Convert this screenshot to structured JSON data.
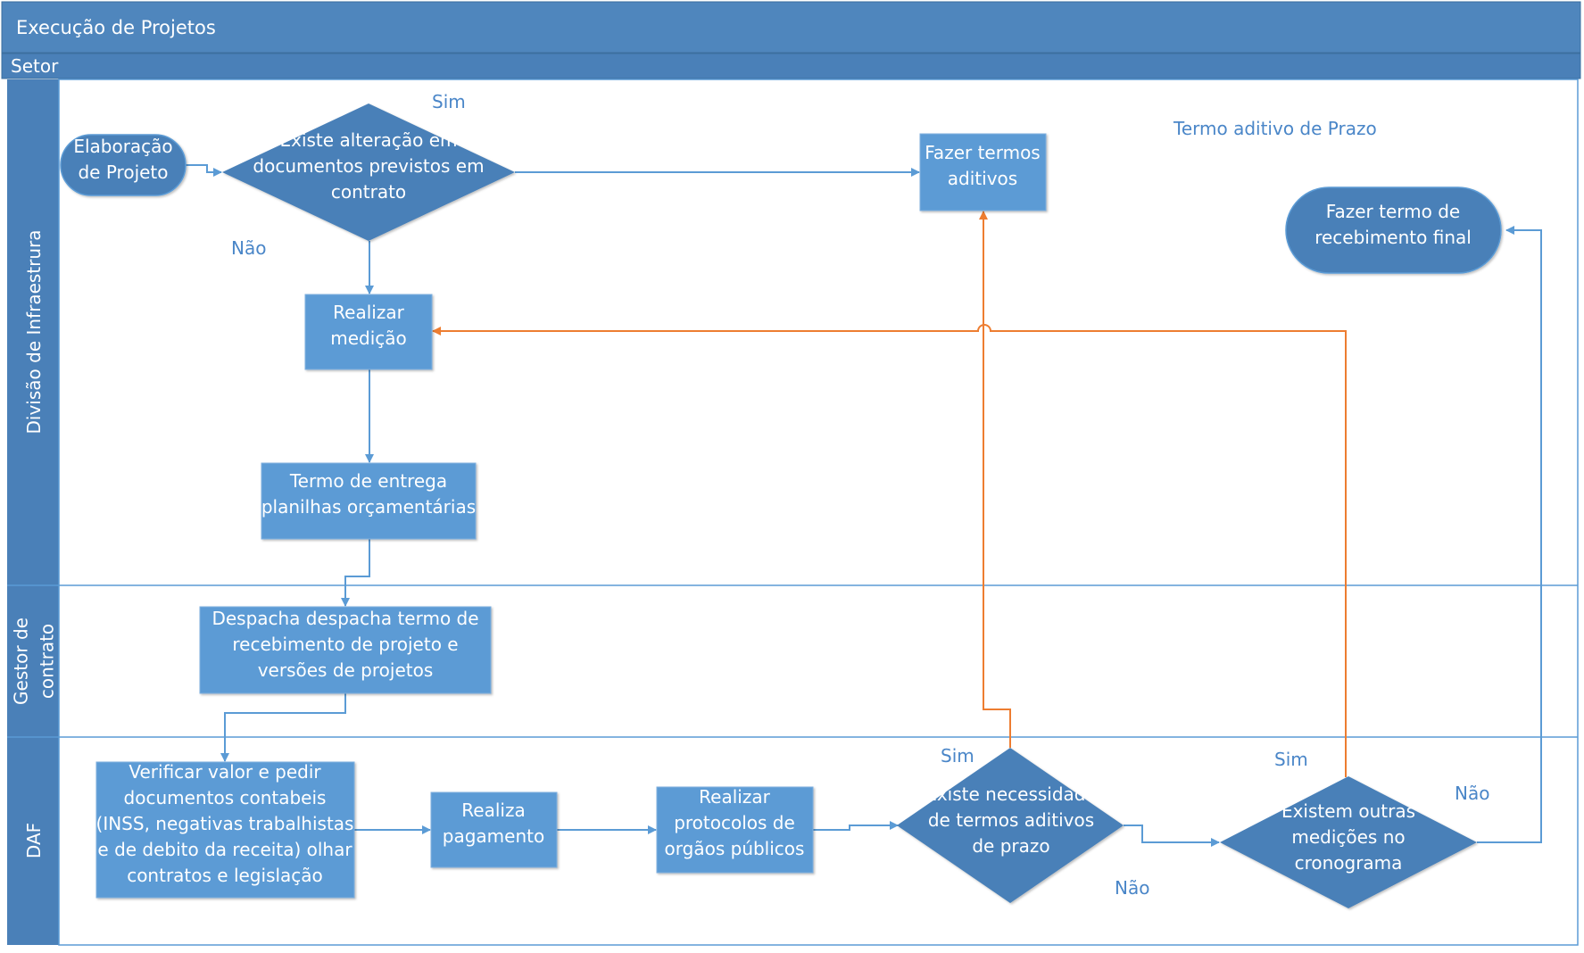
{
  "diagram": {
    "title": "Execução de Projetos",
    "header_label": "Setor",
    "lanes": [
      {
        "label": "Divisão de Infraestrura"
      },
      {
        "label": "Gestor de|contrato"
      },
      {
        "label": "DAF"
      }
    ],
    "nodes": {
      "elaboracao": "Elaboração|de Projeto",
      "existe_alteracao": "Existe alteração em|documentos previstos em|contrato",
      "fazer_termos": "Fazer termos|aditivos",
      "fazer_recebimento": "Fazer termo de|recebimento final",
      "realizar_medicao": "Realizar|medição",
      "termo_entrega": "Termo de entrega|planilhas orçamentárias",
      "despacha": "Despacha despacha termo de|recebimento de projeto e|versões de projetos",
      "verificar": "Verificar valor e pedir|documentos contabeis|(INSS, negativas trabalhistas|e de debito da receita) olhar|contratos e legislação",
      "realiza_pagamento": "Realiza|pagamento",
      "realizar_protocolos": "Realizar|protocolos de|orgãos públicos",
      "existe_necessidade": "Existe necessidade|de termos aditivos|de prazo",
      "existem_outras": "Existem outras|medições no|cronograma"
    },
    "edge_labels": {
      "sim_alteracao": "Sim",
      "nao_alteracao": "Não",
      "sim_necessidade": "Sim",
      "nao_necessidade": "Não",
      "sim_outras": "Sim",
      "nao_outras": "Não",
      "termo_aditivo_prazo": "Termo aditivo de Prazo"
    },
    "colors": {
      "header": "#4f86bd",
      "lane_header": "#4a80b8",
      "shape_fill": "#5b9bd5",
      "diamond_fill": "#4a80b8",
      "connector": "#5b9bd5",
      "orange": "#ed7d31",
      "label_text": "#4a86c8"
    }
  }
}
